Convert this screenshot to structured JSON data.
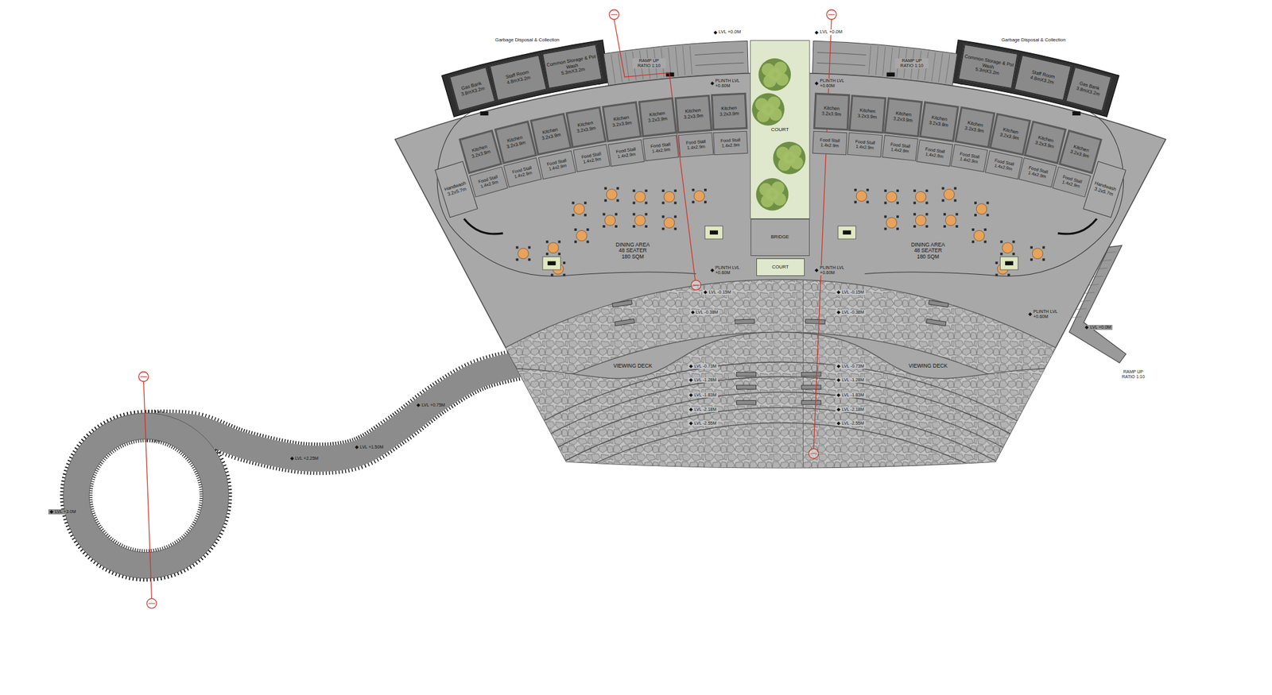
{
  "diagram": {
    "nodes": [
      {
        "text": [
          "Gas Bank",
          "3.8mX3.2m"
        ]
      },
      {
        "text": [
          "Staff Room",
          "4.8mX3.2m"
        ]
      },
      {
        "text": [
          "Common Storage & Pot Wash",
          "5.3mX3.2m"
        ]
      },
      {
        "text": [
          "Common Storage & Pot Wash",
          "5.3mX3.2m"
        ]
      },
      {
        "text": [
          "Staff Room",
          "4.8mX3.2m"
        ]
      },
      {
        "text": [
          "Gas Bank",
          "3.8mX3.2m"
        ]
      },
      {
        "text": [
          "Handwash",
          "3.2x5.7m"
        ]
      },
      {
        "text": [
          "Kitchen",
          "3.2x3.9m"
        ]
      },
      {
        "text": [
          "Kitchen",
          "3.2x3.9m"
        ]
      },
      {
        "text": [
          "Kitchen",
          "3.2x3.9m"
        ]
      },
      {
        "text": [
          "Kitchen",
          "3.2x3.9m"
        ]
      },
      {
        "text": [
          "Kitchen",
          "3.2x3.9m"
        ]
      },
      {
        "text": [
          "Kitchen",
          "3.2x3.9m"
        ]
      },
      {
        "text": [
          "Kitchen",
          "3.2x3.9m"
        ]
      },
      {
        "text": [
          "Kitchen",
          "3.2x3.9m"
        ]
      },
      {
        "text": [
          "Food Stall",
          "1.4x2.9m"
        ]
      },
      {
        "text": [
          "Food Stall",
          "1.4x2.9m"
        ]
      },
      {
        "text": [
          "Food Stall",
          "1.4x2.9m"
        ]
      },
      {
        "text": [
          "Food Stall",
          "1.4x2.9m"
        ]
      },
      {
        "text": [
          "Food Stall",
          "1.4x2.9m"
        ]
      },
      {
        "text": [
          "Food Stall",
          "1.4x2.9m"
        ]
      },
      {
        "text": [
          "Food Stall",
          "1.4x2.9m"
        ]
      },
      {
        "text": [
          "Food Stall",
          "1.4x2.9m"
        ]
      },
      {
        "text": [
          "COURT"
        ]
      },
      {
        "text": [
          "BRIDGE"
        ]
      },
      {
        "text": [
          "COURT"
        ]
      },
      {
        "text": [
          "Kitchen",
          "3.2x3.9m"
        ]
      },
      {
        "text": [
          "Kitchen",
          "3.2x3.9m"
        ]
      },
      {
        "text": [
          "Kitchen",
          "3.2x3.9m"
        ]
      },
      {
        "text": [
          "Kitchen",
          "3.2x3.9m"
        ]
      },
      {
        "text": [
          "Kitchen",
          "3.2x3.9m"
        ]
      },
      {
        "text": [
          "Kitchen",
          "3.2x3.9m"
        ]
      },
      {
        "text": [
          "Kitchen",
          "3.2x3.9m"
        ]
      },
      {
        "text": [
          "Kitchen",
          "3.2x3.9m"
        ]
      },
      {
        "text": [
          "Food Stall",
          "1.4x2.9m"
        ]
      },
      {
        "text": [
          "Food Stall",
          "1.4x2.9m"
        ]
      },
      {
        "text": [
          "Food Stall",
          "1.4x2.9m"
        ]
      },
      {
        "text": [
          "Food Stall",
          "1.4x2.9m"
        ]
      },
      {
        "text": [
          "Food Stall",
          "1.4x2.9m"
        ]
      },
      {
        "text": [
          "Food Stall",
          "1.4x2.9m"
        ]
      },
      {
        "text": [
          "Food Stall",
          "1.4x2.9m"
        ]
      },
      {
        "text": [
          "Food Stall",
          "1.4x2.9m"
        ]
      },
      {
        "text": [
          "Handwash",
          "3.2x5.7m"
        ]
      }
    ],
    "labels": [
      "Garbage Disposal & Collection",
      "Garbage Disposal & Collection",
      "LVL +0.0M",
      "LVL +0.0M",
      "RAMP UP RATIO 1:10",
      "RAMP UP RATIO 1:10",
      "PLINTH LVL +0.60M",
      "PLINTH LVL +0.60M",
      "DINING AREA 48 SEATER 180 SQM",
      "DINING AREA 48 SEATER 180 SQM",
      "PLINTH LVL +0.60M",
      "PLINTH LVL +0.60M",
      "LVL -0.15M",
      "LVL -0.15M",
      "LVL -0.38M",
      "LVL -0.38M",
      "VIEWING DECK",
      "VIEWING DECK",
      "LVL -0.73M",
      "LVL -0.73M",
      "LVL -1.28M",
      "LVL -1.28M",
      "LVL -1.83M",
      "LVL -1.83M",
      "LVL -2.18M",
      "LVL -2.18M",
      "LVL -2.55M",
      "LVL -2.55M",
      "PLINTH LVL +0.60M",
      "LVL +0.0M",
      "RAMP UP RATIO 1:10",
      "LVL +0.75M",
      "LVL +1.50M",
      "LVL +2.25M",
      "LVL +3.0M"
    ]
  }
}
